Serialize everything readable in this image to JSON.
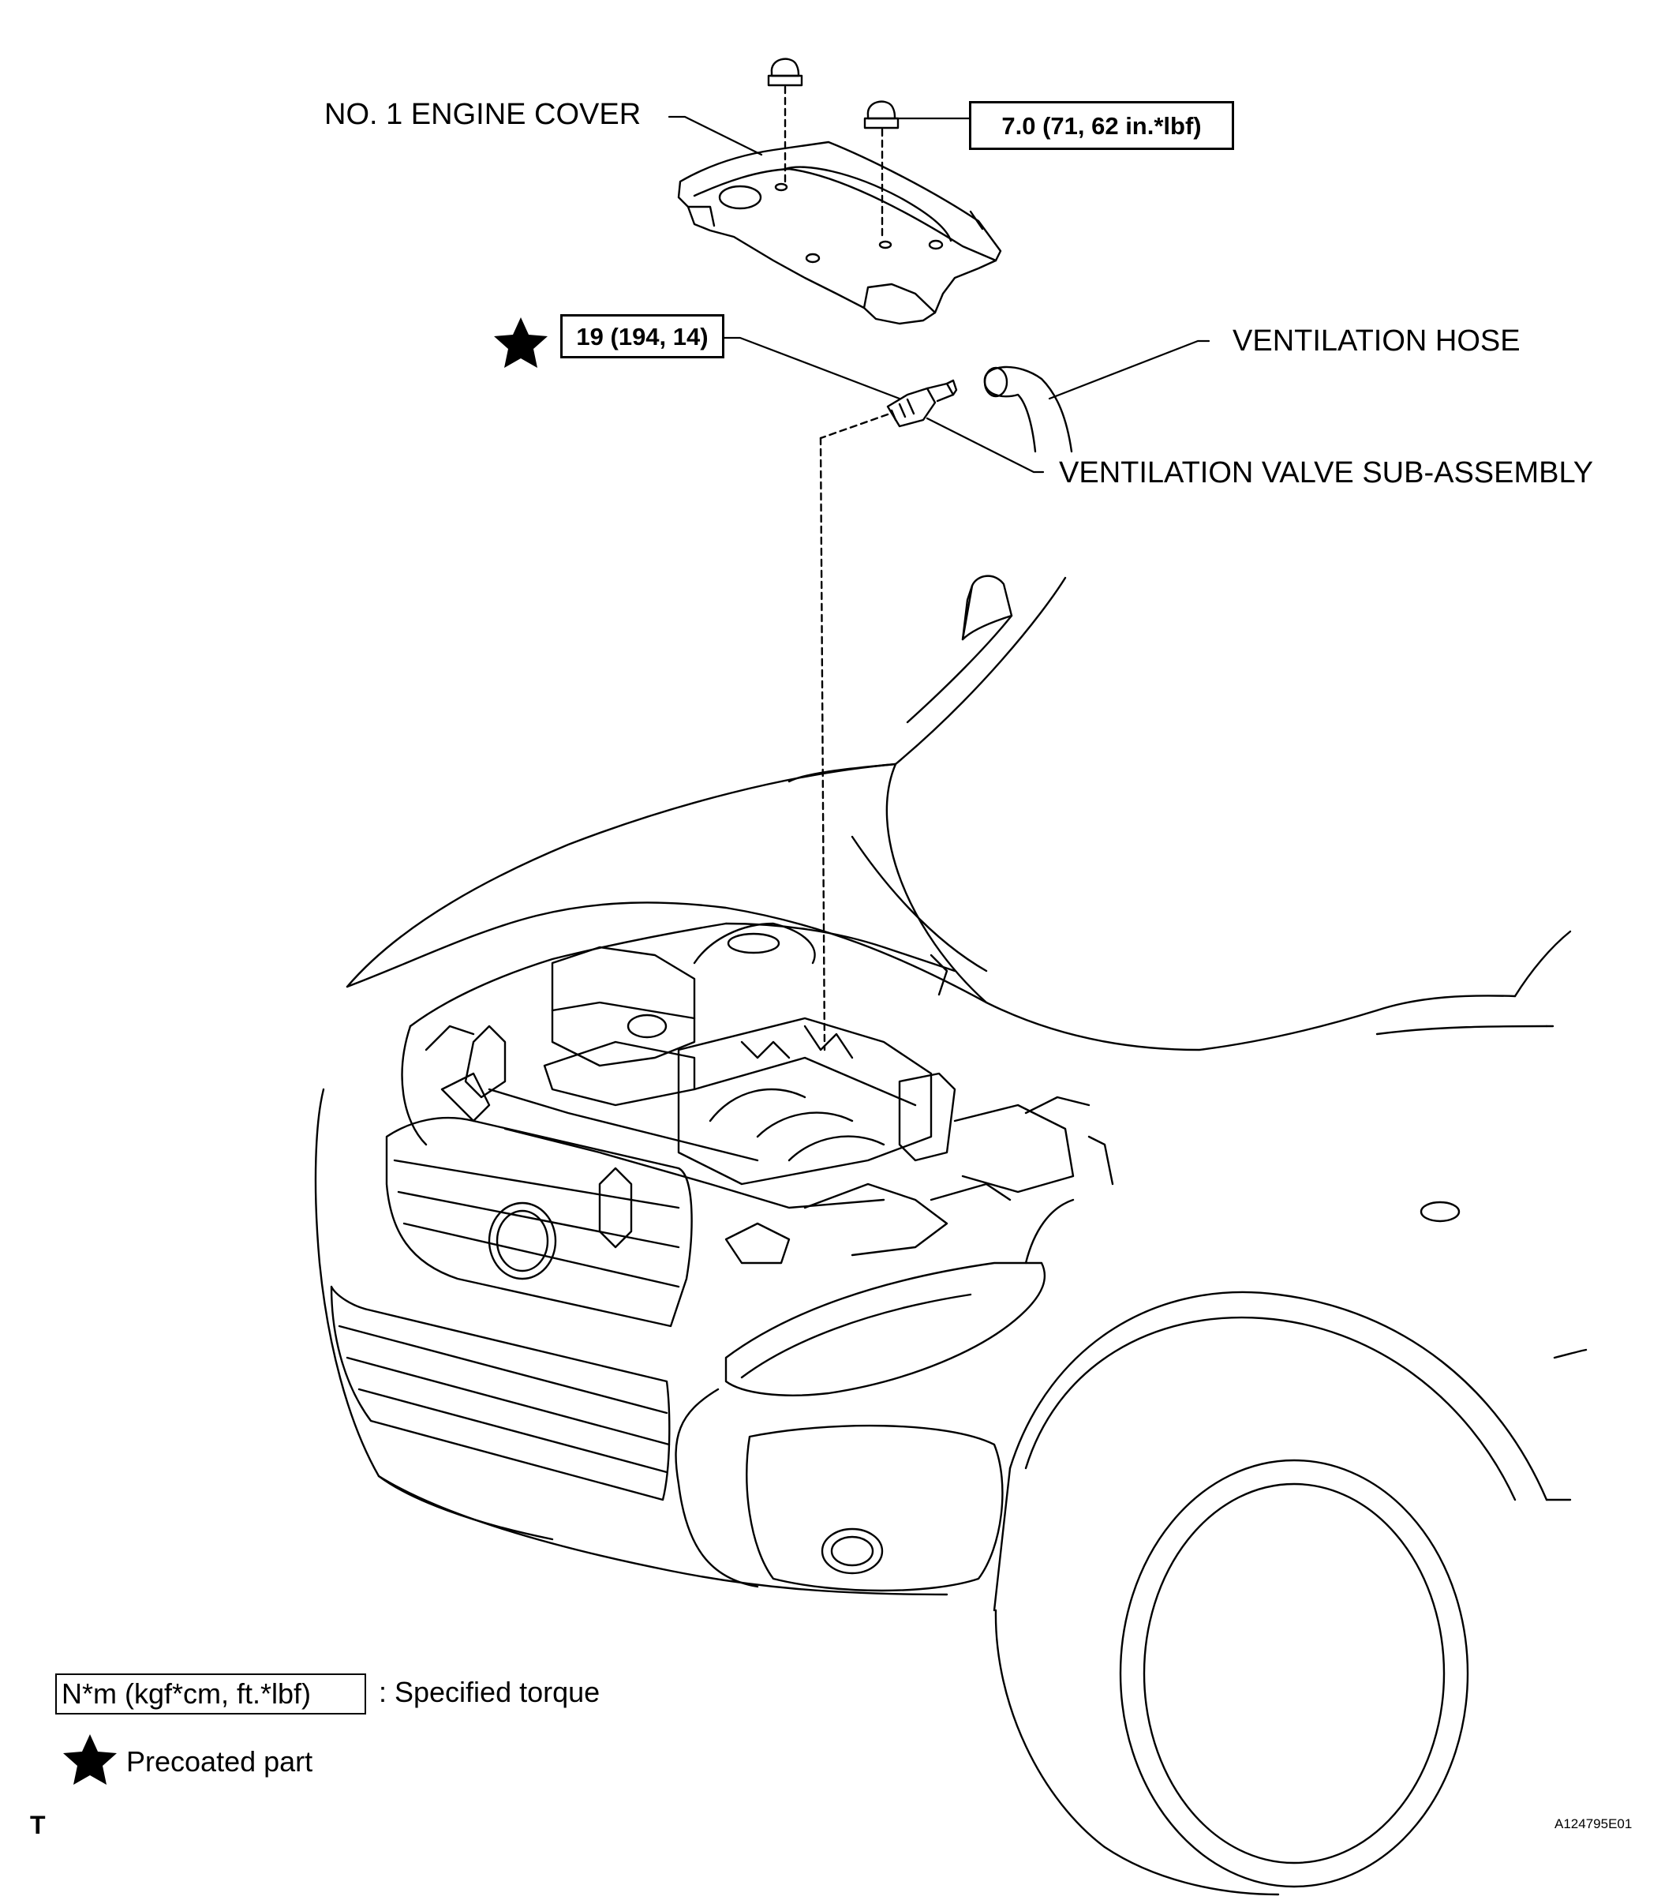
{
  "labels": {
    "engine_cover": "NO. 1 ENGINE COVER",
    "ventilation_hose": "VENTILATION HOSE",
    "ventilation_valve": "VENTILATION VALVE SUB-ASSEMBLY"
  },
  "torques": {
    "cover_nut": "7.0 (71, 62 in.*lbf)",
    "valve": "19 (194, 14)"
  },
  "legend": {
    "torque_unit": "N*m (kgf*cm, ft.*lbf)",
    "torque_desc": ": Specified torque",
    "precoated_desc": "Precoated part"
  },
  "footer": {
    "corner_mark": "T",
    "figure_code": "A124795E01"
  },
  "icons": {
    "precoated": "star-icon"
  }
}
